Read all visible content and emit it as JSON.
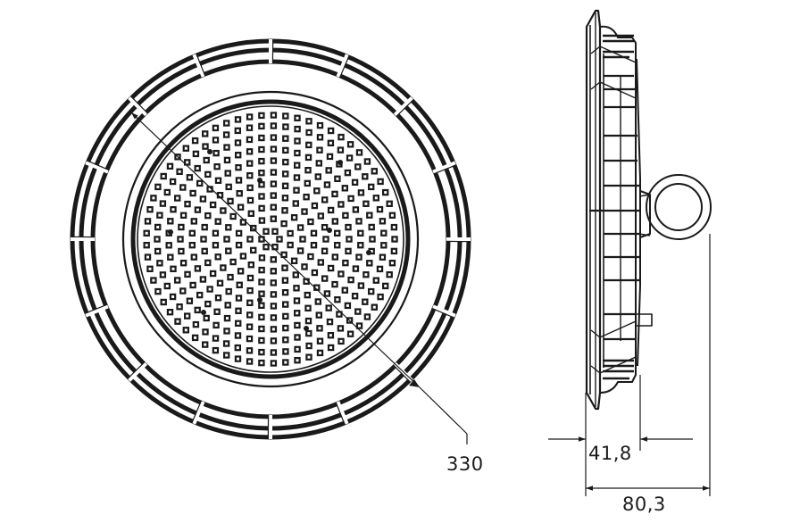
{
  "drawing": {
    "title": "LED High Bay luminaire - technical dimension drawing",
    "views": [
      "front-view",
      "side-view"
    ],
    "line_color": "#1a1a1a",
    "background": "#ffffff"
  },
  "dimensions": {
    "diameter": {
      "label": "330",
      "unit": "mm"
    },
    "body_depth": {
      "label": "41,8",
      "unit": "mm"
    },
    "total_depth": {
      "label": "80,3",
      "unit": "mm"
    }
  }
}
